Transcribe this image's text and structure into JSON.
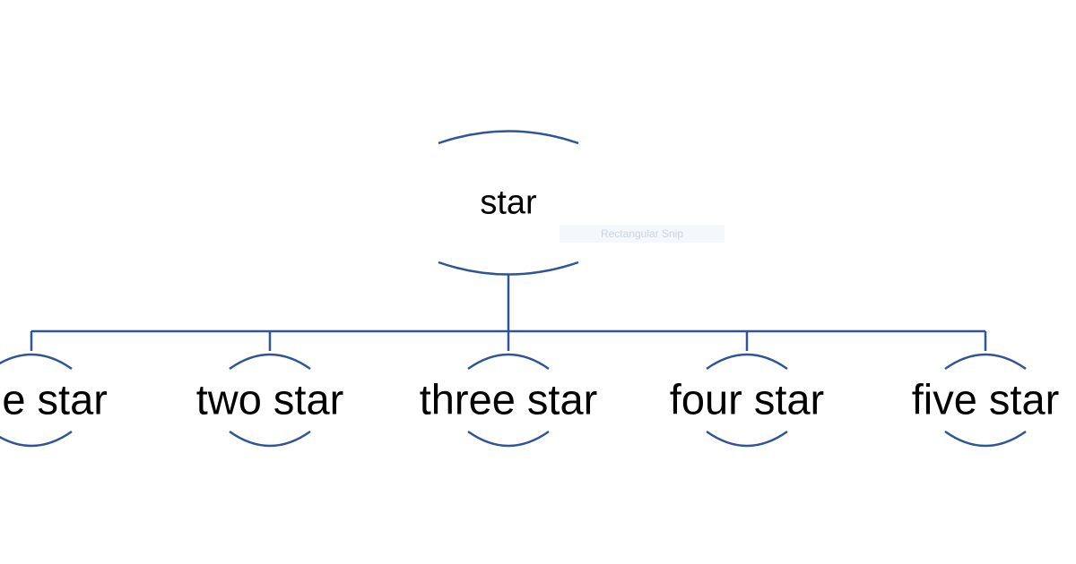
{
  "diagram": {
    "root": {
      "label": "star"
    },
    "children": [
      {
        "label": "one star"
      },
      {
        "label": "two star"
      },
      {
        "label": "three star"
      },
      {
        "label": "four star"
      },
      {
        "label": "five star"
      }
    ]
  },
  "tooltip": {
    "text": "Rectangular Snip"
  },
  "colors": {
    "connector": "#2f5597",
    "text": "#000000",
    "background": "#ffffff"
  }
}
